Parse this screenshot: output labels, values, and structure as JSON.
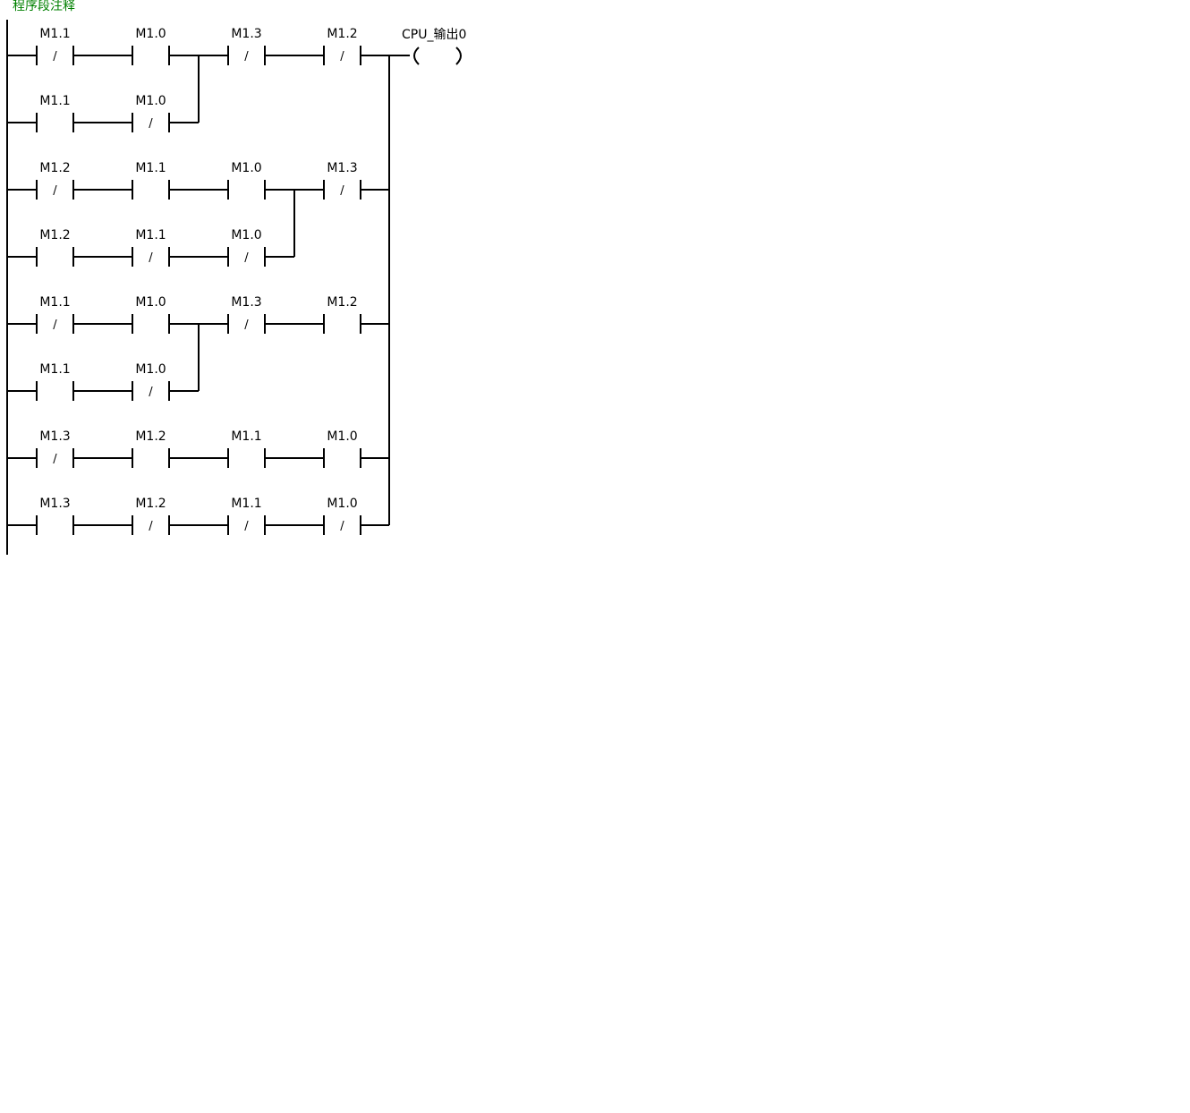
{
  "network_comment": "程序段注释",
  "coil": {
    "label": "CPU_输出0",
    "type": "output-coil"
  },
  "colors": {
    "wire": "#000000",
    "comment": "#008000",
    "background": "#ffffff"
  },
  "rungs": [
    {
      "contacts": [
        {
          "label": "M1.1",
          "negated": true
        },
        {
          "label": "M1.0",
          "negated": false
        },
        {
          "label": "M1.3",
          "negated": true
        },
        {
          "label": "M1.2",
          "negated": true
        }
      ]
    },
    {
      "contacts": [
        {
          "label": "M1.1",
          "negated": false
        },
        {
          "label": "M1.0",
          "negated": true
        }
      ]
    },
    {
      "contacts": [
        {
          "label": "M1.2",
          "negated": true
        },
        {
          "label": "M1.1",
          "negated": false
        },
        {
          "label": "M1.0",
          "negated": false
        },
        {
          "label": "M1.3",
          "negated": true
        }
      ]
    },
    {
      "contacts": [
        {
          "label": "M1.2",
          "negated": false
        },
        {
          "label": "M1.1",
          "negated": true
        },
        {
          "label": "M1.0",
          "negated": true
        }
      ]
    },
    {
      "contacts": [
        {
          "label": "M1.1",
          "negated": true
        },
        {
          "label": "M1.0",
          "negated": false
        },
        {
          "label": "M1.3",
          "negated": true
        },
        {
          "label": "M1.2",
          "negated": false
        }
      ]
    },
    {
      "contacts": [
        {
          "label": "M1.1",
          "negated": false
        },
        {
          "label": "M1.0",
          "negated": true
        }
      ]
    },
    {
      "contacts": [
        {
          "label": "M1.3",
          "negated": true
        },
        {
          "label": "M1.2",
          "negated": false
        },
        {
          "label": "M1.1",
          "negated": false
        },
        {
          "label": "M1.0",
          "negated": false
        }
      ]
    },
    {
      "contacts": [
        {
          "label": "M1.3",
          "negated": false
        },
        {
          "label": "M1.2",
          "negated": true
        },
        {
          "label": "M1.1",
          "negated": true
        },
        {
          "label": "M1.0",
          "negated": true
        }
      ]
    }
  ]
}
